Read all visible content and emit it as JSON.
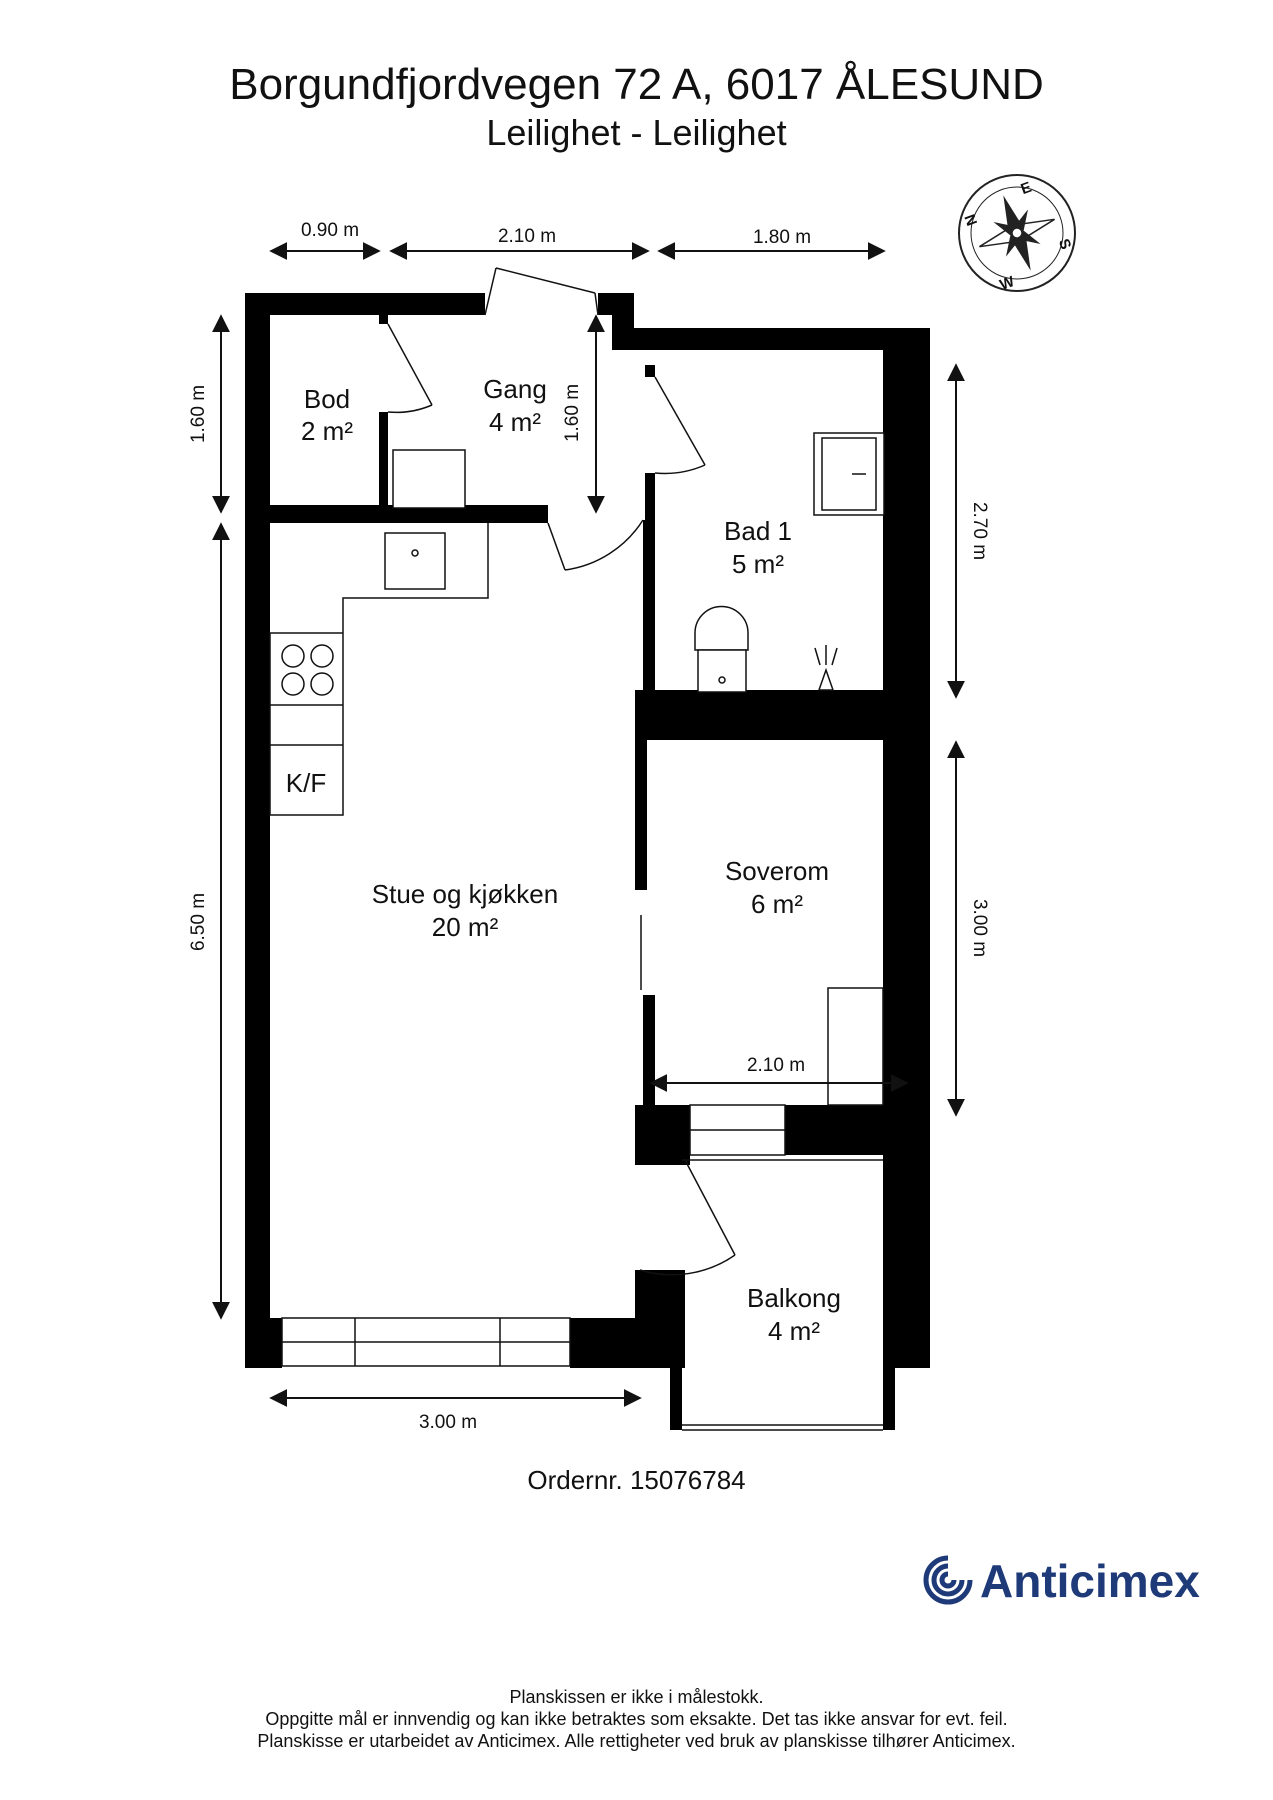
{
  "header": {
    "address": "Borgundfjordvegen 72 A, 6017 ÅLESUND",
    "subtitle": "Leilighet - Leilighet"
  },
  "compass": {
    "n": "N",
    "e": "E",
    "s": "S",
    "w": "W"
  },
  "rooms": [
    {
      "name": "Bod",
      "area": "2 m²"
    },
    {
      "name": "Gang",
      "area": "4 m²"
    },
    {
      "name": "Bad 1",
      "area": "5 m²"
    },
    {
      "name": "Stue og kjøkken",
      "area": "20 m²"
    },
    {
      "name": "Soverom",
      "area": "6 m²"
    },
    {
      "name": "Balkong",
      "area": "4 m²"
    }
  ],
  "fixtures": {
    "fridge": "K/F"
  },
  "dimensions": {
    "top_bod": "0.90 m",
    "top_gang": "2.10 m",
    "top_bad": "1.80 m",
    "left_bod": "1.60 m",
    "gang_height": "1.60 m",
    "left_stue": "6.50 m",
    "right_bad": "2.70 m",
    "right_soverom": "3.00 m",
    "soverom_width": "2.10 m",
    "bottom_stue": "3.00 m"
  },
  "order": "Ordernr. 15076784",
  "logo": {
    "text": "Anticimex",
    "color": "#1e3a78"
  },
  "disclaimer": [
    "Planskissen er ikke i målestokk.",
    "Oppgitte mål er innvendig og kan ikke betraktes som eksakte. Det tas ikke ansvar for evt. feil.",
    "Planskisse er utarbeidet av Anticimex. Alle rettigheter ved bruk av planskisse tilhører Anticimex."
  ]
}
